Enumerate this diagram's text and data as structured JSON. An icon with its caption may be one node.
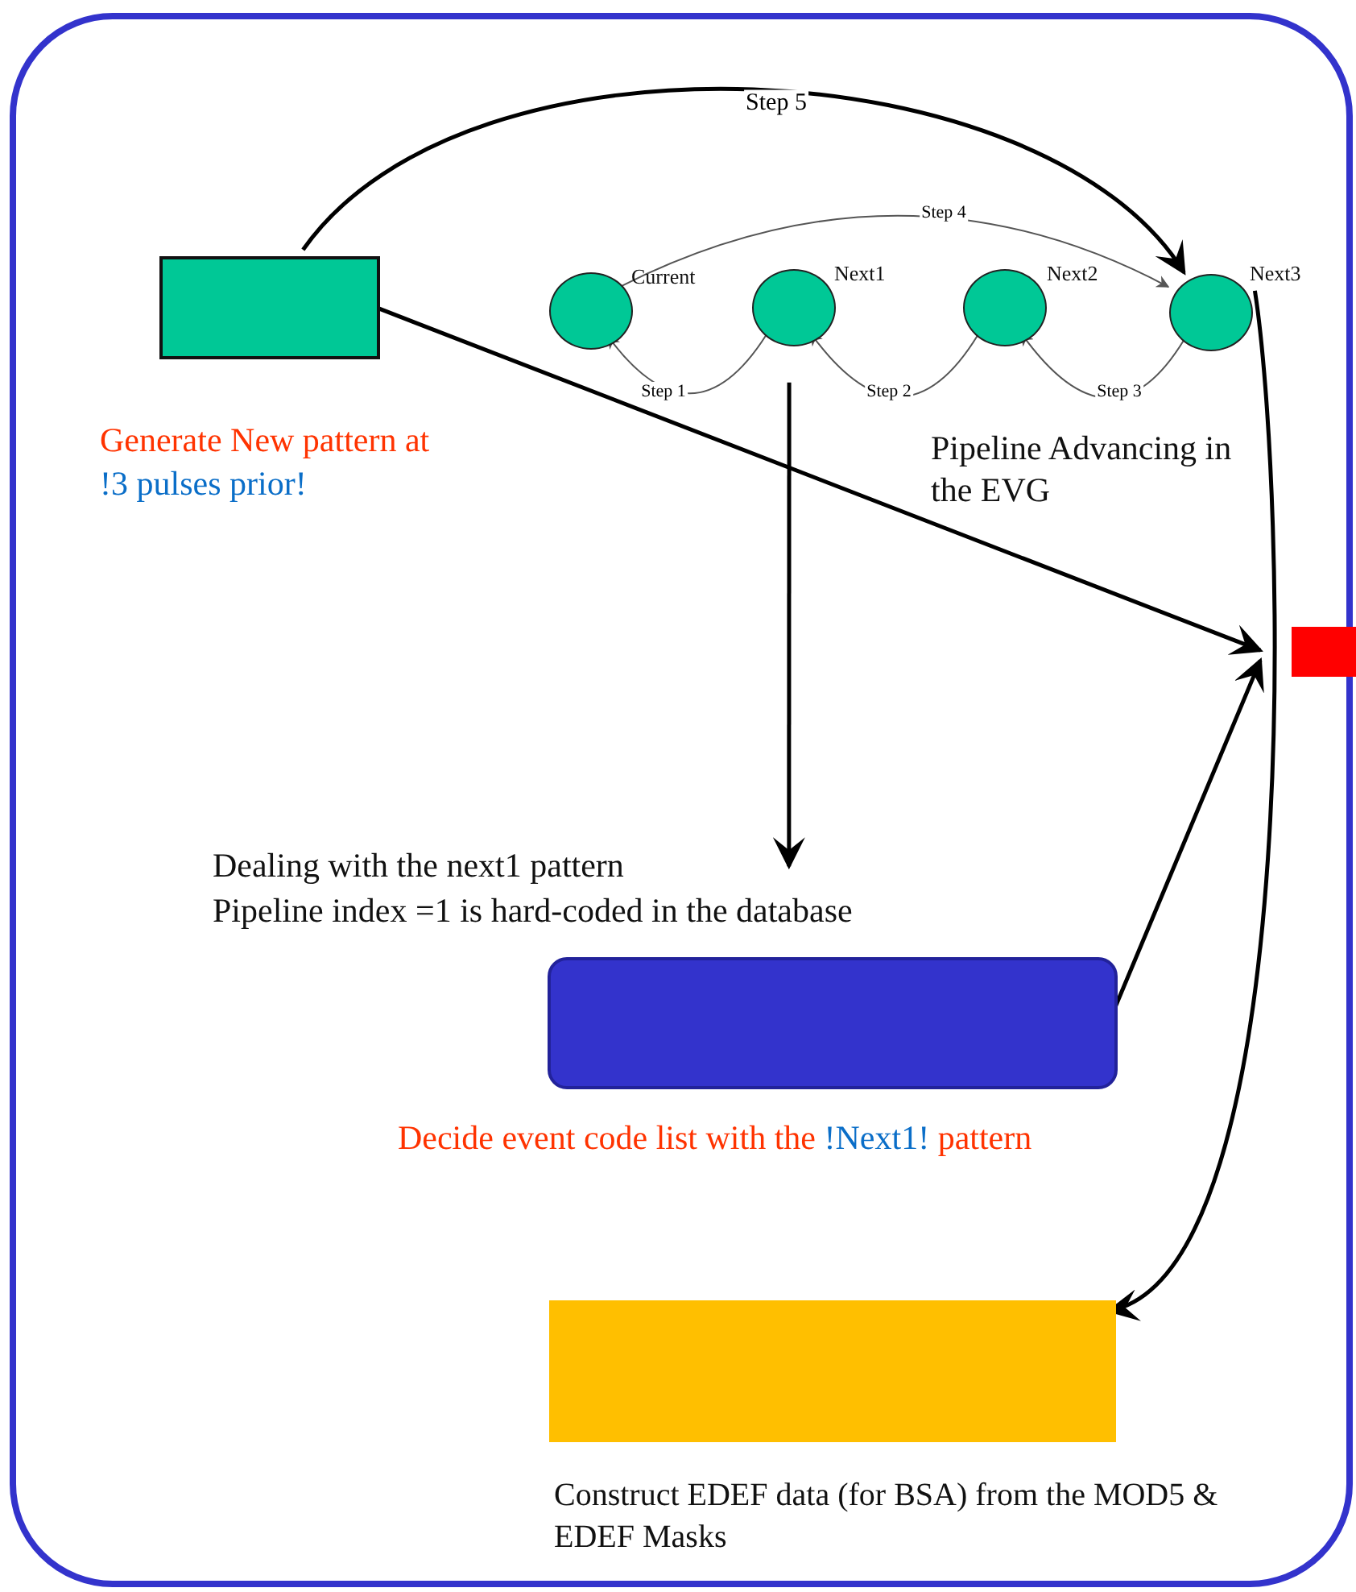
{
  "diagram": {
    "nodes": [
      {
        "text": [],
        "shape": "box"
      },
      {
        "text": [],
        "shape": "box",
        "in": 0,
        "beside": [
          "Generate New pattern at",
          "!3 pulses prior!"
        ]
      },
      {
        "text": [],
        "shape": "circle",
        "in": 0,
        "beside": [
          "Current"
        ]
      },
      {
        "text": [],
        "shape": "circle",
        "in": 0,
        "beside": [
          "Next1"
        ]
      },
      {
        "text": [],
        "shape": "circle",
        "in": 0,
        "beside": [
          "Next2"
        ]
      },
      {
        "text": [],
        "shape": "circle",
        "in": 0,
        "beside": [
          "Next3"
        ]
      },
      {
        "text": [],
        "shape": "box",
        "in": 0
      },
      {
        "text": [
          "Dealing with the next1 pattern",
          "Pipeline index =1 is hard-coded in the database"
        ],
        "in": 0
      },
      {
        "text": [],
        "shape": "box",
        "in": 0,
        "beside": [
          "Decide event code list with the",
          "!Next1!",
          "pattern"
        ]
      },
      {
        "text": [],
        "shape": "box",
        "in": 0,
        "beside": [
          "Construct EDEF data (for BSA) from the MOD5 & EDEF Masks"
        ]
      }
    ],
    "edges": [
      {
        "from": 1,
        "to": 5,
        "arrow": "to",
        "label": "Step 5"
      },
      {
        "from": 2,
        "to": 5,
        "arrow": "to",
        "label": "Step 4",
        "color": "#555555"
      },
      {
        "from": 3,
        "to": 2,
        "arrow": "to",
        "label": "Step 1",
        "color": "#555555"
      },
      {
        "from": 4,
        "to": 3,
        "arrow": "to",
        "label": "Step 2",
        "color": "#555555"
      },
      {
        "from": 5,
        "to": 4,
        "arrow": "to",
        "label": "Step 3",
        "color": "#555555"
      },
      {
        "from": 1,
        "to": 6,
        "arrow": "to"
      },
      {
        "from": 3,
        "to": 7,
        "arrow": "to"
      },
      {
        "from": 8,
        "to": 6,
        "arrow": "to"
      },
      {
        "from": 5,
        "to": 9,
        "arrow": "to"
      }
    ],
    "labels": [
      "Pipeline Advancing in the EVG"
    ]
  }
}
